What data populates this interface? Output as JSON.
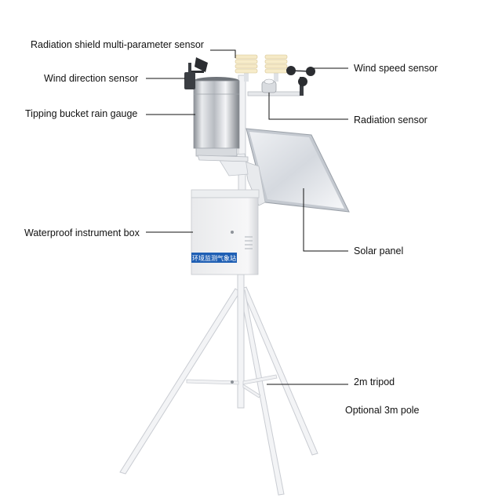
{
  "colors": {
    "background": "#ffffff",
    "leader_line": "#111111",
    "frame_white": "#f2f3f5",
    "frame_edge": "#c9ccd2",
    "metal_dark": "#7d8288",
    "solar_blue": "#d9dde3",
    "brand_blue": "#1f5fb4"
  },
  "labels": {
    "radiation_shield": "Radiation shield multi-parameter sensor",
    "wind_direction": "Wind direction sensor",
    "tipping_bucket": "Tipping bucket rain gauge",
    "waterproof_box": "Waterproof instrument box",
    "wind_speed": "Wind speed sensor",
    "radiation_sensor": "Radiation sensor",
    "solar_panel": "Solar panel",
    "tripod": "2m tripod",
    "optional_pole": "Optional 3m pole"
  },
  "box_brand_text": "环境监测气象站"
}
